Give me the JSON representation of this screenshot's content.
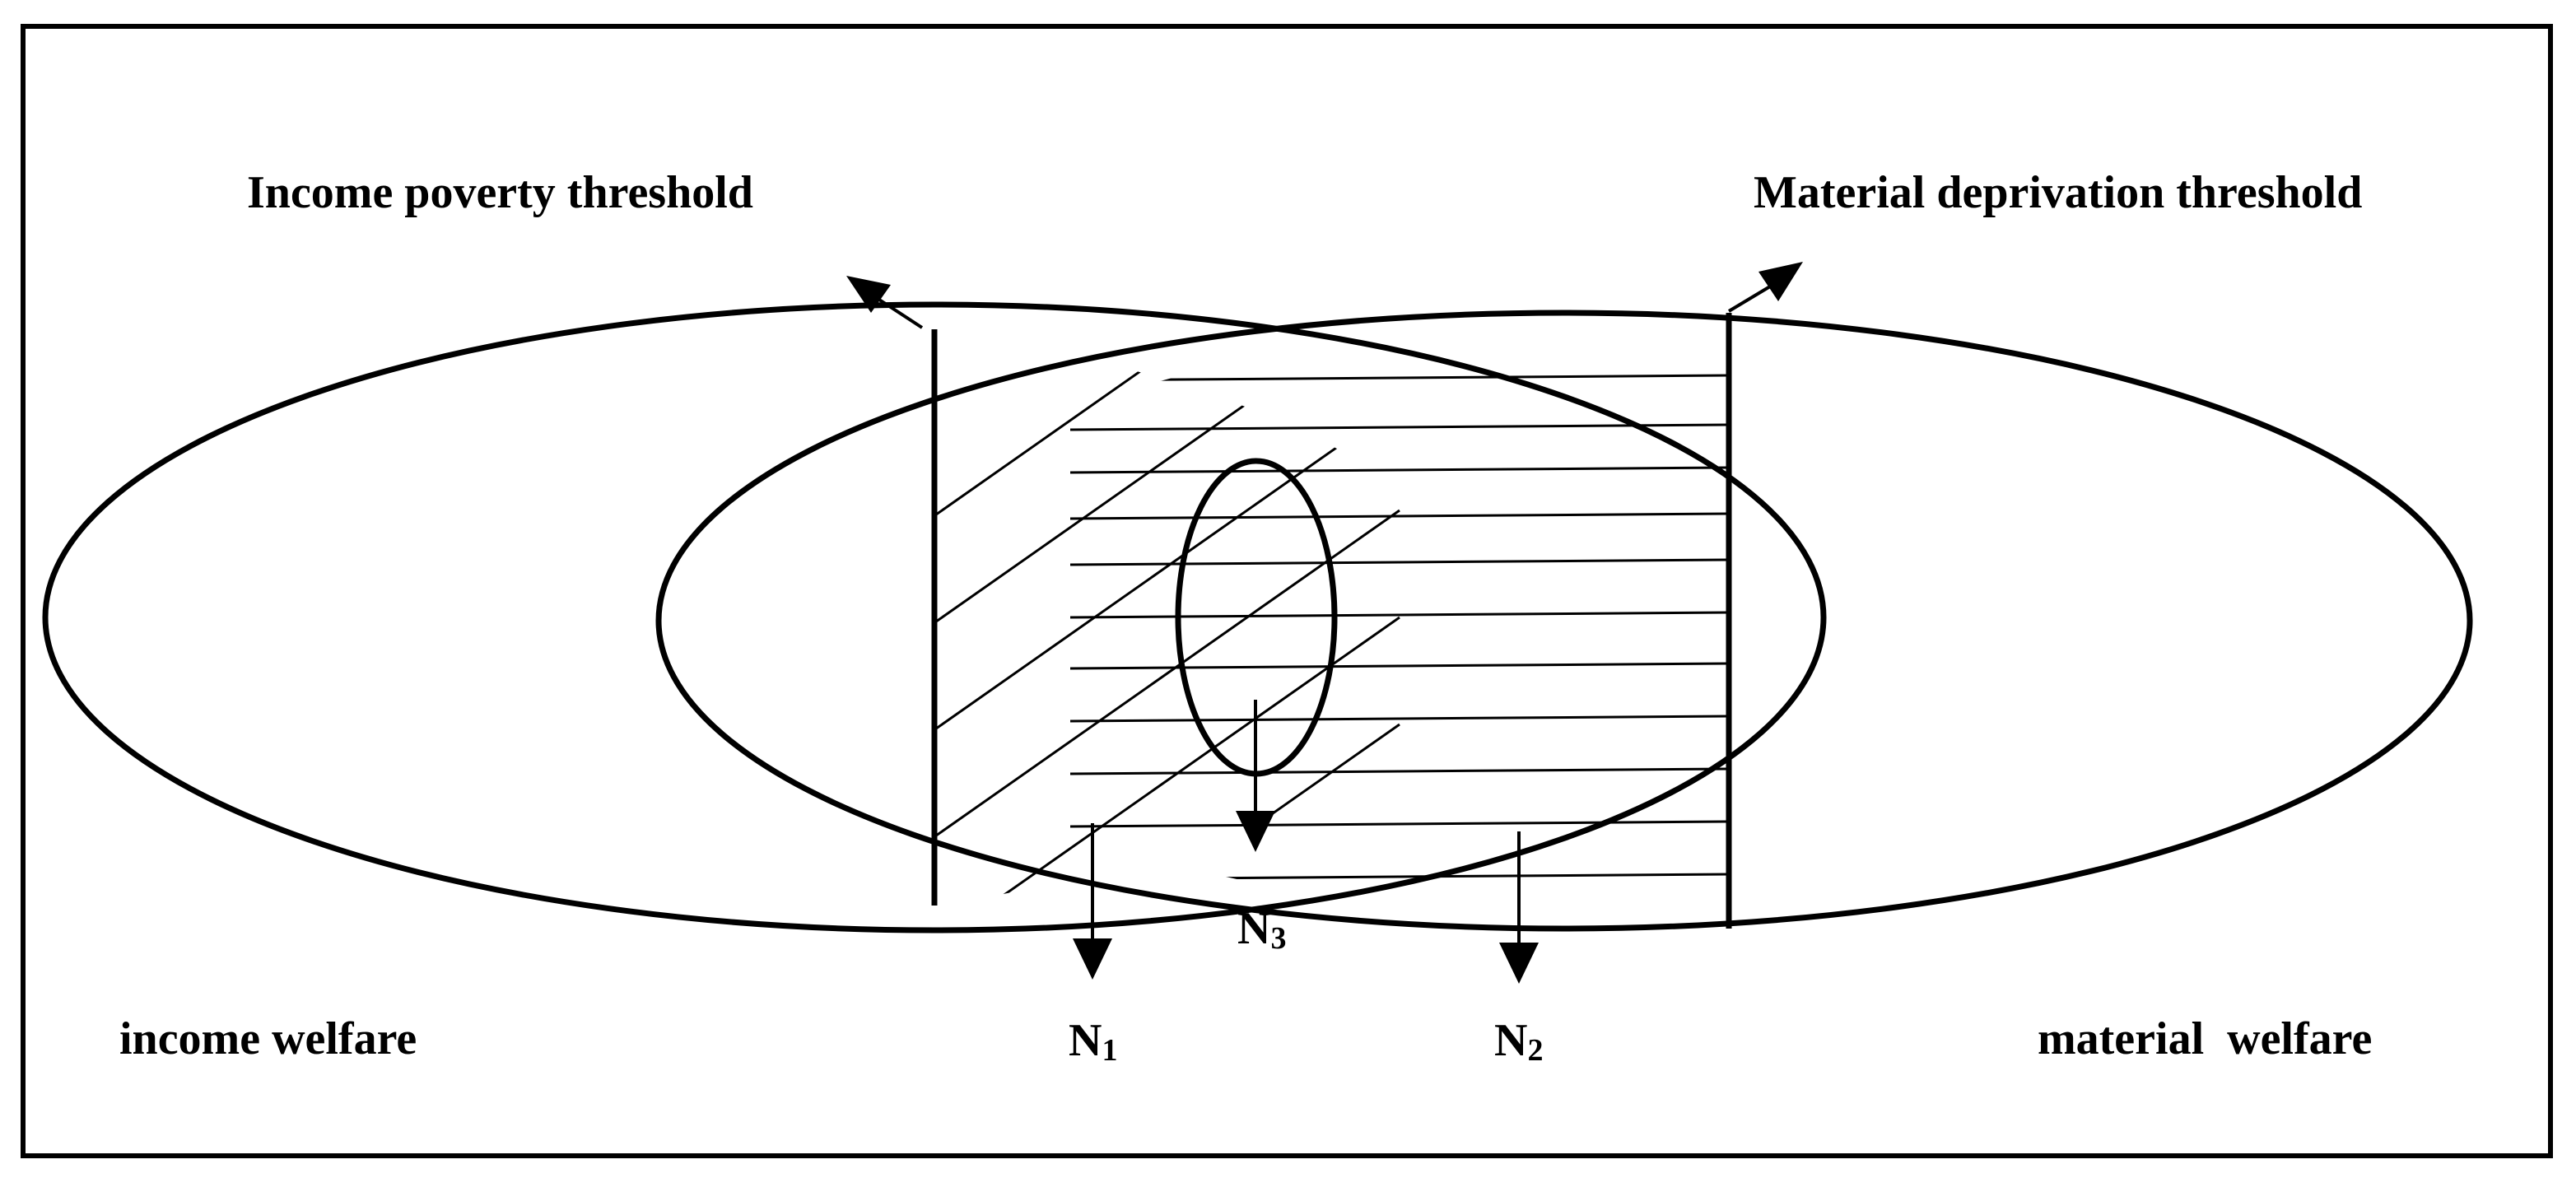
{
  "thresholds": {
    "income": "Income poverty threshold",
    "material": "Material deprivation threshold"
  },
  "axes": {
    "income": "income welfare",
    "material": "material  welfare"
  },
  "groups": {
    "n1": {
      "letter": "N",
      "sub": "1"
    },
    "n2": {
      "letter": "N",
      "sub": "2"
    },
    "n3": {
      "letter": "N",
      "sub": "3"
    }
  },
  "colors": {
    "ink": "#000000",
    "background": "#ffffff"
  }
}
